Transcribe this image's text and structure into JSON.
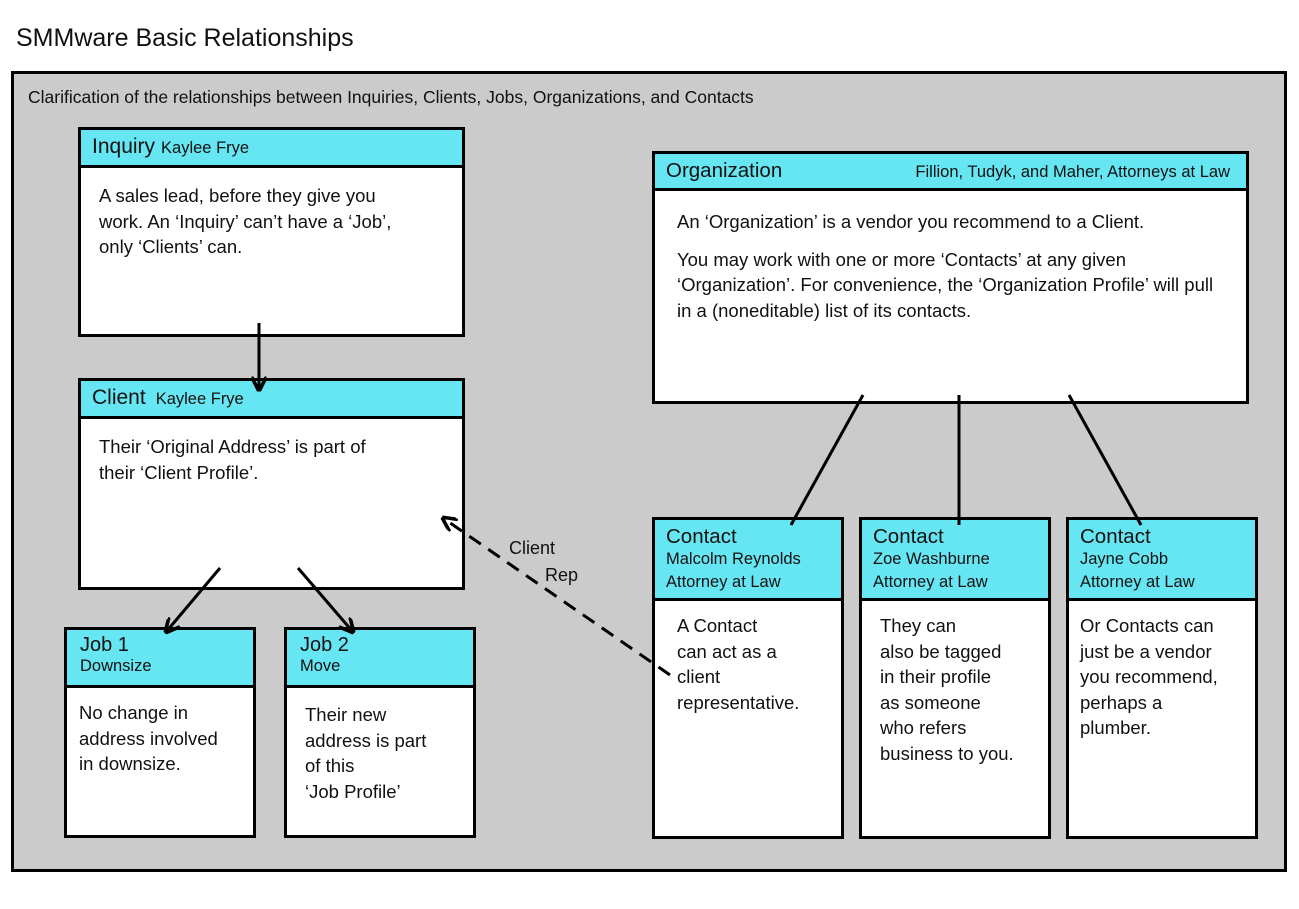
{
  "title": "SMMware Basic Relationships",
  "subtitle": "Clarification of the relationships between Inquiries, Clients, Jobs, Organizations, and Contacts",
  "colors": {
    "header_fill": "#66e6f2",
    "frame_fill": "#cbcbcb",
    "border": "#000000",
    "box_fill": "#ffffff"
  },
  "inquiry": {
    "kind": "Inquiry",
    "name": "Kaylee Frye",
    "body": "A sales lead, before they give you\nwork. An ‘Inquiry’ can’t have a ‘Job’,\nonly ‘Clients’ can."
  },
  "client": {
    "kind": "Client",
    "name": "Kaylee Frye",
    "body": "Their ‘Original Address’ is part of\ntheir ‘Client Profile’."
  },
  "jobs": [
    {
      "kind": "Job 1",
      "name": "Downsize",
      "body": "No change in\naddress involved\nin downsize."
    },
    {
      "kind": "Job 2",
      "name": "Move",
      "body": "Their new\naddress is part\nof this\n‘Job Profile’"
    }
  ],
  "organization": {
    "kind": "Organization",
    "name": "Fillion, Tudyk, and Maher, Attorneys at Law",
    "paragraphs": [
      "An ‘Organization’ is a vendor you recommend to a Client.",
      "You may work with one or more ‘Contacts’ at any given ‘Organization’. For convenience, the ‘Organization Profile’ will pull in a (noneditable) list of its contacts."
    ]
  },
  "contacts": [
    {
      "kind": "Contact",
      "name": "Malcolm Reynolds",
      "role": "Attorney at Law",
      "body": "A Contact\ncan act as a\nclient\nrepresentative."
    },
    {
      "kind": "Contact",
      "name": "Zoe Washburne",
      "role": "Attorney at Law",
      "body": "They can\nalso be tagged\nin their profile\nas someone\nwho refers\nbusiness to you."
    },
    {
      "kind": "Contact",
      "name": "Jayne Cobb",
      "role": "Attorney at Law",
      "body": "Or Contacts can\njust be a vendor\nyou recommend,\nperhaps a\nplumber."
    }
  ],
  "edges": [
    {
      "from": "inquiry",
      "to": "client",
      "style": "arrow"
    },
    {
      "from": "client",
      "to": "job-1",
      "style": "arrow"
    },
    {
      "from": "client",
      "to": "job-2",
      "style": "arrow"
    },
    {
      "from": "organization",
      "to": "contact-1",
      "style": "line"
    },
    {
      "from": "organization",
      "to": "contact-2",
      "style": "line"
    },
    {
      "from": "organization",
      "to": "contact-3",
      "style": "line"
    },
    {
      "from": "contact-1",
      "to": "client",
      "style": "dashed-arrow",
      "label_line1": "Client",
      "label_line2": "Rep"
    }
  ]
}
